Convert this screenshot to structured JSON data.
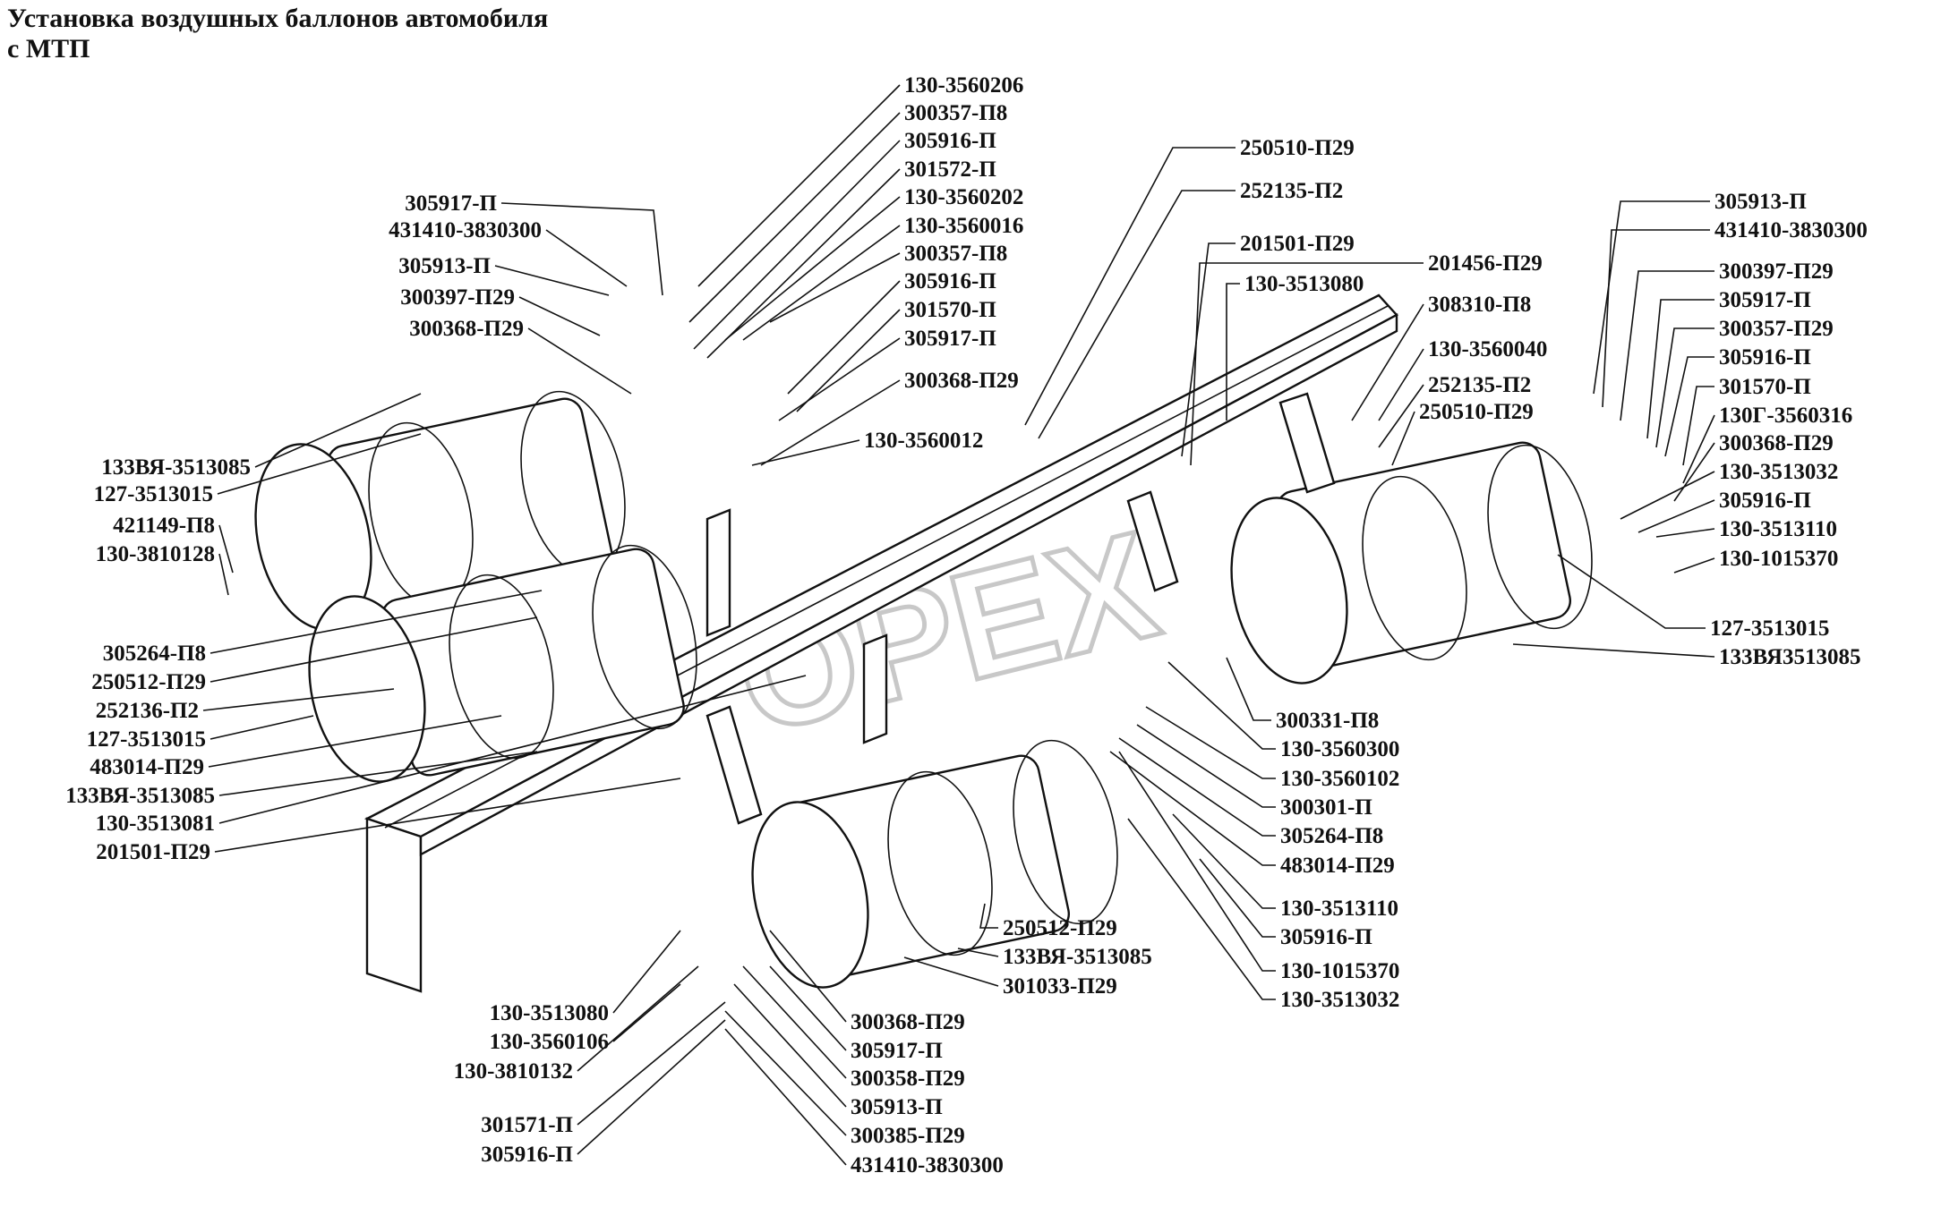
{
  "title": {
    "line1": "Установка воздушных баллонов автомобиля",
    "line2": " с МТП"
  },
  "watermark": "OPEX",
  "colors": {
    "ink": "#111111",
    "paper": "#ffffff",
    "watermark": "#c8c8c8"
  },
  "labels": {
    "l01": "130-3560206",
    "l02": "300357-П8",
    "l03": "305916-П",
    "l04": "301572-П",
    "l05": "130-3560202",
    "l06": "130-3560016",
    "l07": "300357-П8",
    "l08": "305916-П",
    "l09": "301570-П",
    "l10": "305917-П",
    "l11": "300368-П29",
    "l12": "130-3560012",
    "l13": "305917-П",
    "l14": "431410-3830300",
    "l15": "305913-П",
    "l16": "300397-П29",
    "l17": "300368-П29",
    "l18": "133ВЯ-3513085",
    "l19": "127-3513015",
    "l20": "421149-П8",
    "l21": "130-3810128",
    "l22": "305264-П8",
    "l23": "250512-П29",
    "l24": "252136-П2",
    "l25": "127-3513015",
    "l26": "483014-П29",
    "l27": "133ВЯ-3513085",
    "l28": "130-3513081",
    "l29": "201501-П29",
    "l30": "250510-П29",
    "l31": "252135-П2",
    "l32": "201501-П29",
    "l33": "201456-П29",
    "l34": "130-3513080",
    "l35": "308310-П8",
    "l36": "130-3560040",
    "l37": "252135-П2",
    "l38": "250510-П29",
    "l39": "305913-П",
    "l40": "431410-3830300",
    "l41": "300397-П29",
    "l42": "305917-П",
    "l43": "300357-П29",
    "l44": "305916-П",
    "l45": "301570-П",
    "l46": "130Г-3560316",
    "l47": "300368-П29",
    "l48": "130-3513032",
    "l49": "305916-П",
    "l50": "130-3513110",
    "l51": "130-1015370",
    "l52": "127-3513015",
    "l53": "133ВЯ3513085",
    "l54": "300331-П8",
    "l55": "130-3560300",
    "l56": "130-3560102",
    "l57": "300301-П",
    "l58": "305264-П8",
    "l59": "483014-П29",
    "l60": "130-3513110",
    "l61": "305916-П",
    "l62": "130-1015370",
    "l63": "130-3513032",
    "l64": "250512-П29",
    "l65": "133ВЯ-3513085",
    "l66": "301033-П29",
    "l67": "130-3513080",
    "l68": "130-3560106",
    "l69": "130-3810132",
    "l70": "301571-П",
    "l71": "305916-П",
    "l72": "300368-П29",
    "l73": "305917-П",
    "l74": "300358-П29",
    "l75": "305913-П",
    "l76": "300385-П29",
    "l77": "431410-3830300"
  }
}
